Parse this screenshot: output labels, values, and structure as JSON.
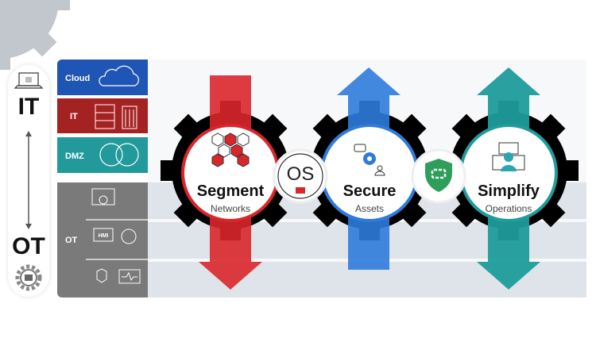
{
  "left_scale": {
    "top": "IT",
    "bottom": "OT"
  },
  "zones": [
    {
      "label": "Cloud",
      "color": "#1f56b5"
    },
    {
      "label": "IT",
      "color": "#a52222"
    },
    {
      "label": "DMZ",
      "color": "#22999a"
    },
    {
      "label": "OT",
      "color": "#7a7a7a"
    }
  ],
  "ot_icons": {
    "hmi": "HMI"
  },
  "pillars": [
    {
      "title": "Segment",
      "subtitle": "Networks",
      "color": "#d9262a",
      "arrow": "down"
    },
    {
      "title": "Secure",
      "subtitle": "Assets",
      "color": "#2f7bdb",
      "arrow": "up"
    },
    {
      "title": "Simplify",
      "subtitle": "Operations",
      "color": "#1f9c9c",
      "arrow": "both"
    }
  ],
  "connectors": {
    "os": "OS",
    "shield_color": "#2e9e5b"
  }
}
